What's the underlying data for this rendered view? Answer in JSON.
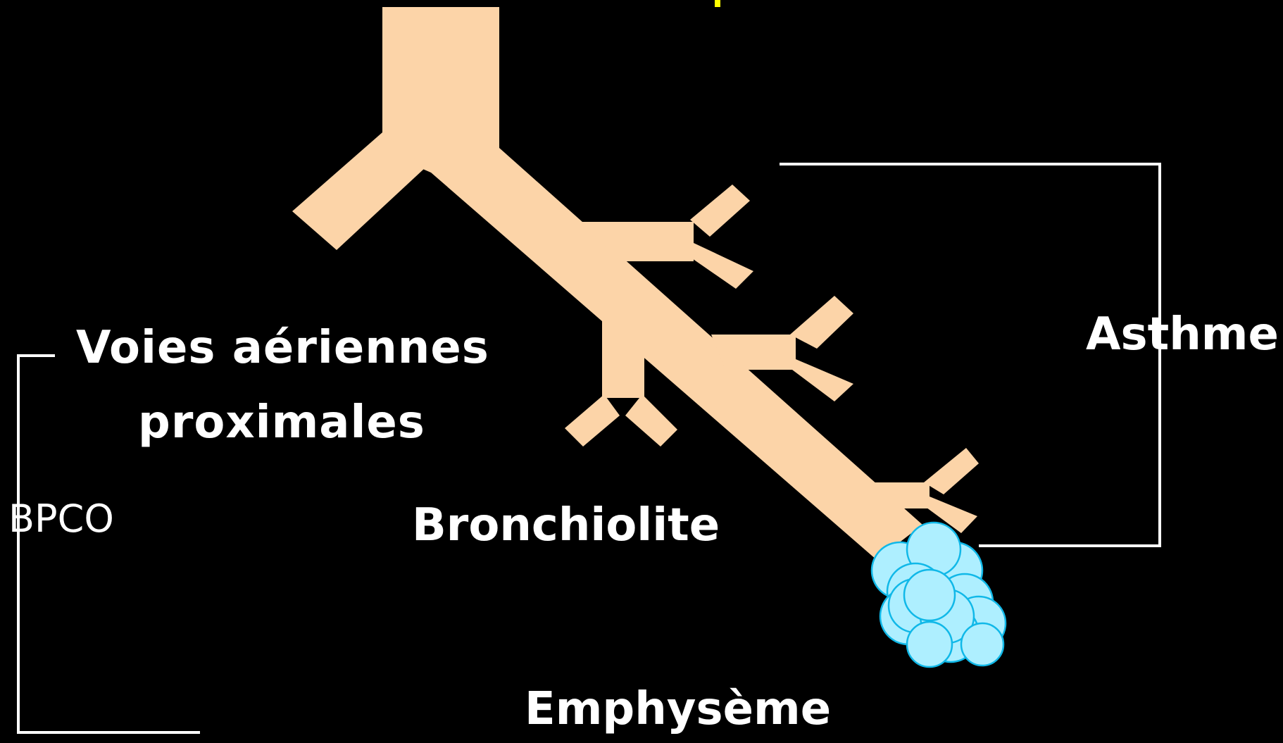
{
  "labels": {
    "proximal_airways_line1": "Voies aériennes",
    "proximal_airways_line2": "proximales",
    "bpco": "BPCO",
    "bronchiolite": "Bronchiolite",
    "emphyseme": "Emphysème",
    "asthme": "Asthme"
  },
  "colors": {
    "background": "#000000",
    "airway": "#fcd4a8",
    "alveoli_fill": "#aeefff",
    "alveoli_stroke": "#10b8e8",
    "bracket": "#ffffff",
    "text": "#ffffff",
    "top_mark": "#ffff00"
  }
}
